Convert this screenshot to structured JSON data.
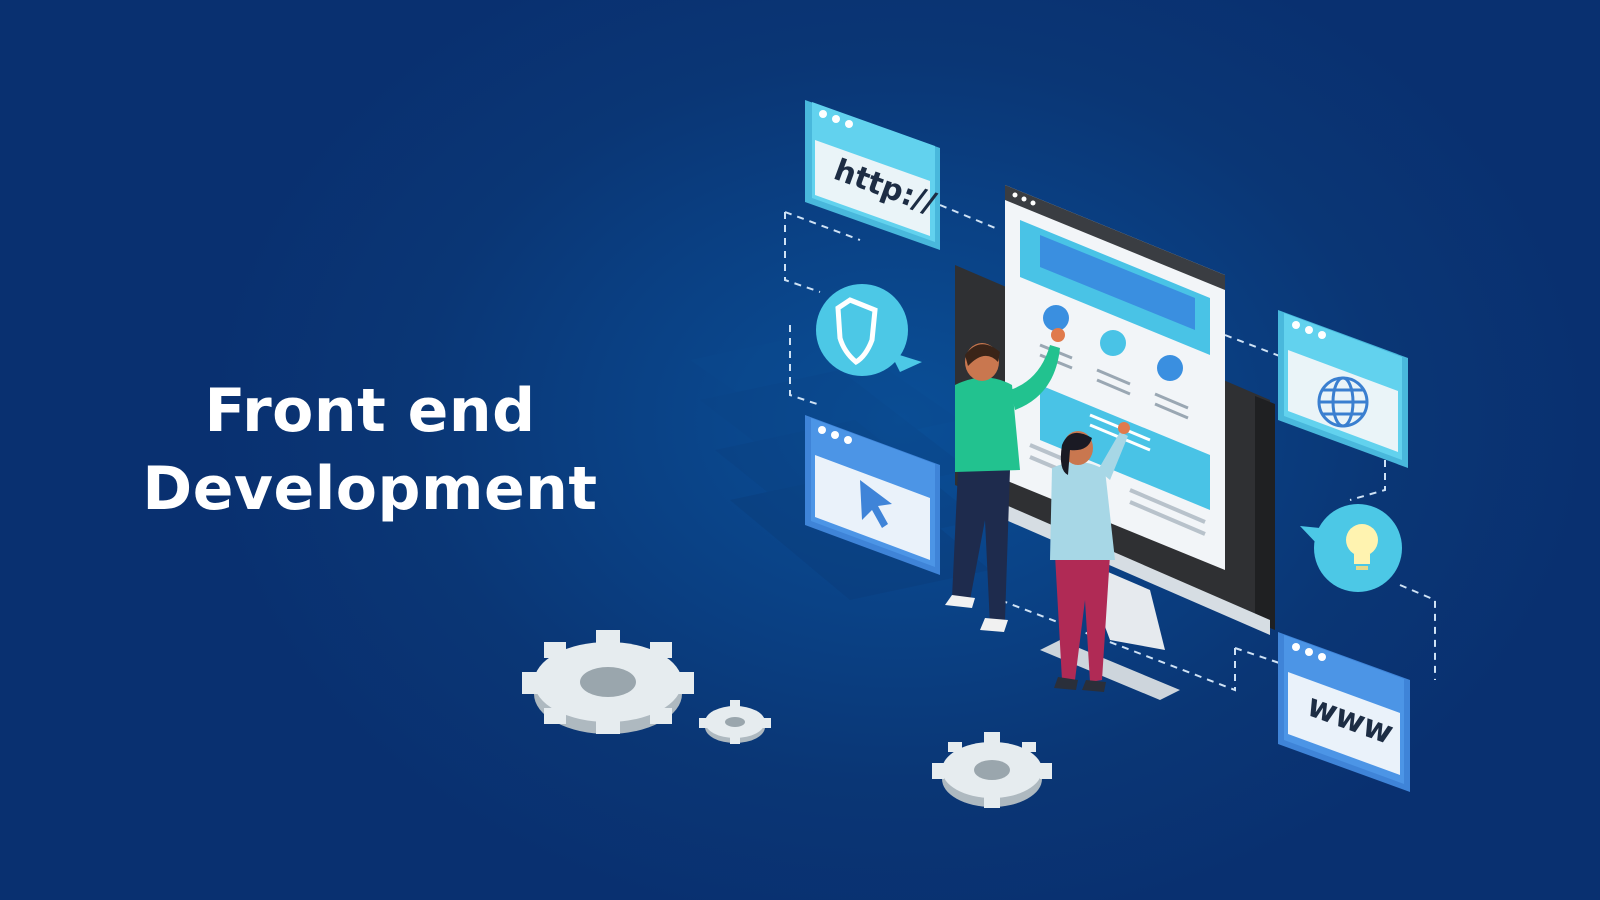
{
  "headline": {
    "line1": "Front end",
    "line2": "Development"
  },
  "panels": {
    "http_label": "http://",
    "www_label": "www"
  },
  "icons": [
    "shield-icon",
    "cursor-icon",
    "globe-icon",
    "lightbulb-icon",
    "gear-icon"
  ],
  "colors": {
    "background": "#0a3f82",
    "panel_light": "#5fd0ea",
    "panel_blue": "#4a8fe0",
    "monitor_screen": "#eef6fb",
    "gear": "#e6ecef"
  }
}
